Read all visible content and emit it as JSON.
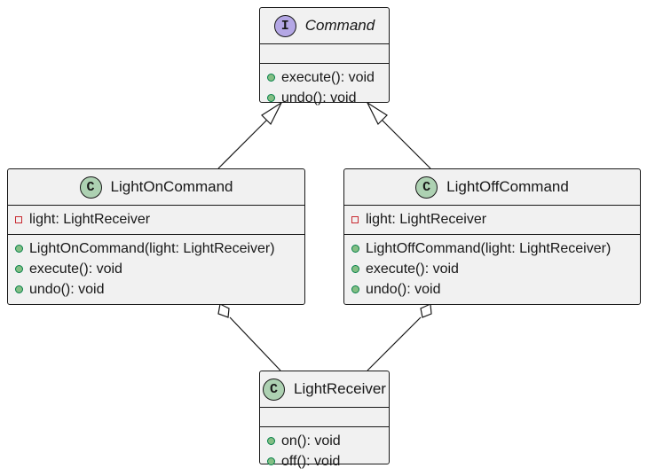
{
  "colors": {
    "class_background": "#f1f1f1",
    "class_badge": "#add1b2",
    "interface_badge": "#b4a7e5",
    "public_marker": "#84be84",
    "private_marker": "#c82930",
    "line": "#181818"
  },
  "command": {
    "badge": "I",
    "name": "Command",
    "methods": [
      "execute(): void",
      "undo(): void"
    ]
  },
  "light_on_command": {
    "badge": "C",
    "name": "LightOnCommand",
    "fields": [
      "light: LightReceiver"
    ],
    "methods": [
      "LightOnCommand(light: LightReceiver)",
      "execute(): void",
      "undo(): void"
    ]
  },
  "light_off_command": {
    "badge": "C",
    "name": "LightOffCommand",
    "fields": [
      "light: LightReceiver"
    ],
    "methods": [
      "LightOffCommand(light: LightReceiver)",
      "execute(): void",
      "undo(): void"
    ]
  },
  "light_receiver": {
    "badge": "C",
    "name": "LightReceiver",
    "methods": [
      "on(): void",
      "off(): void"
    ]
  },
  "relations": [
    {
      "from": "LightOnCommand",
      "to": "Command",
      "type": "realization"
    },
    {
      "from": "LightOffCommand",
      "to": "Command",
      "type": "realization"
    },
    {
      "from": "LightReceiver",
      "to": "LightOnCommand",
      "type": "aggregation"
    },
    {
      "from": "LightReceiver",
      "to": "LightOffCommand",
      "type": "aggregation"
    }
  ]
}
